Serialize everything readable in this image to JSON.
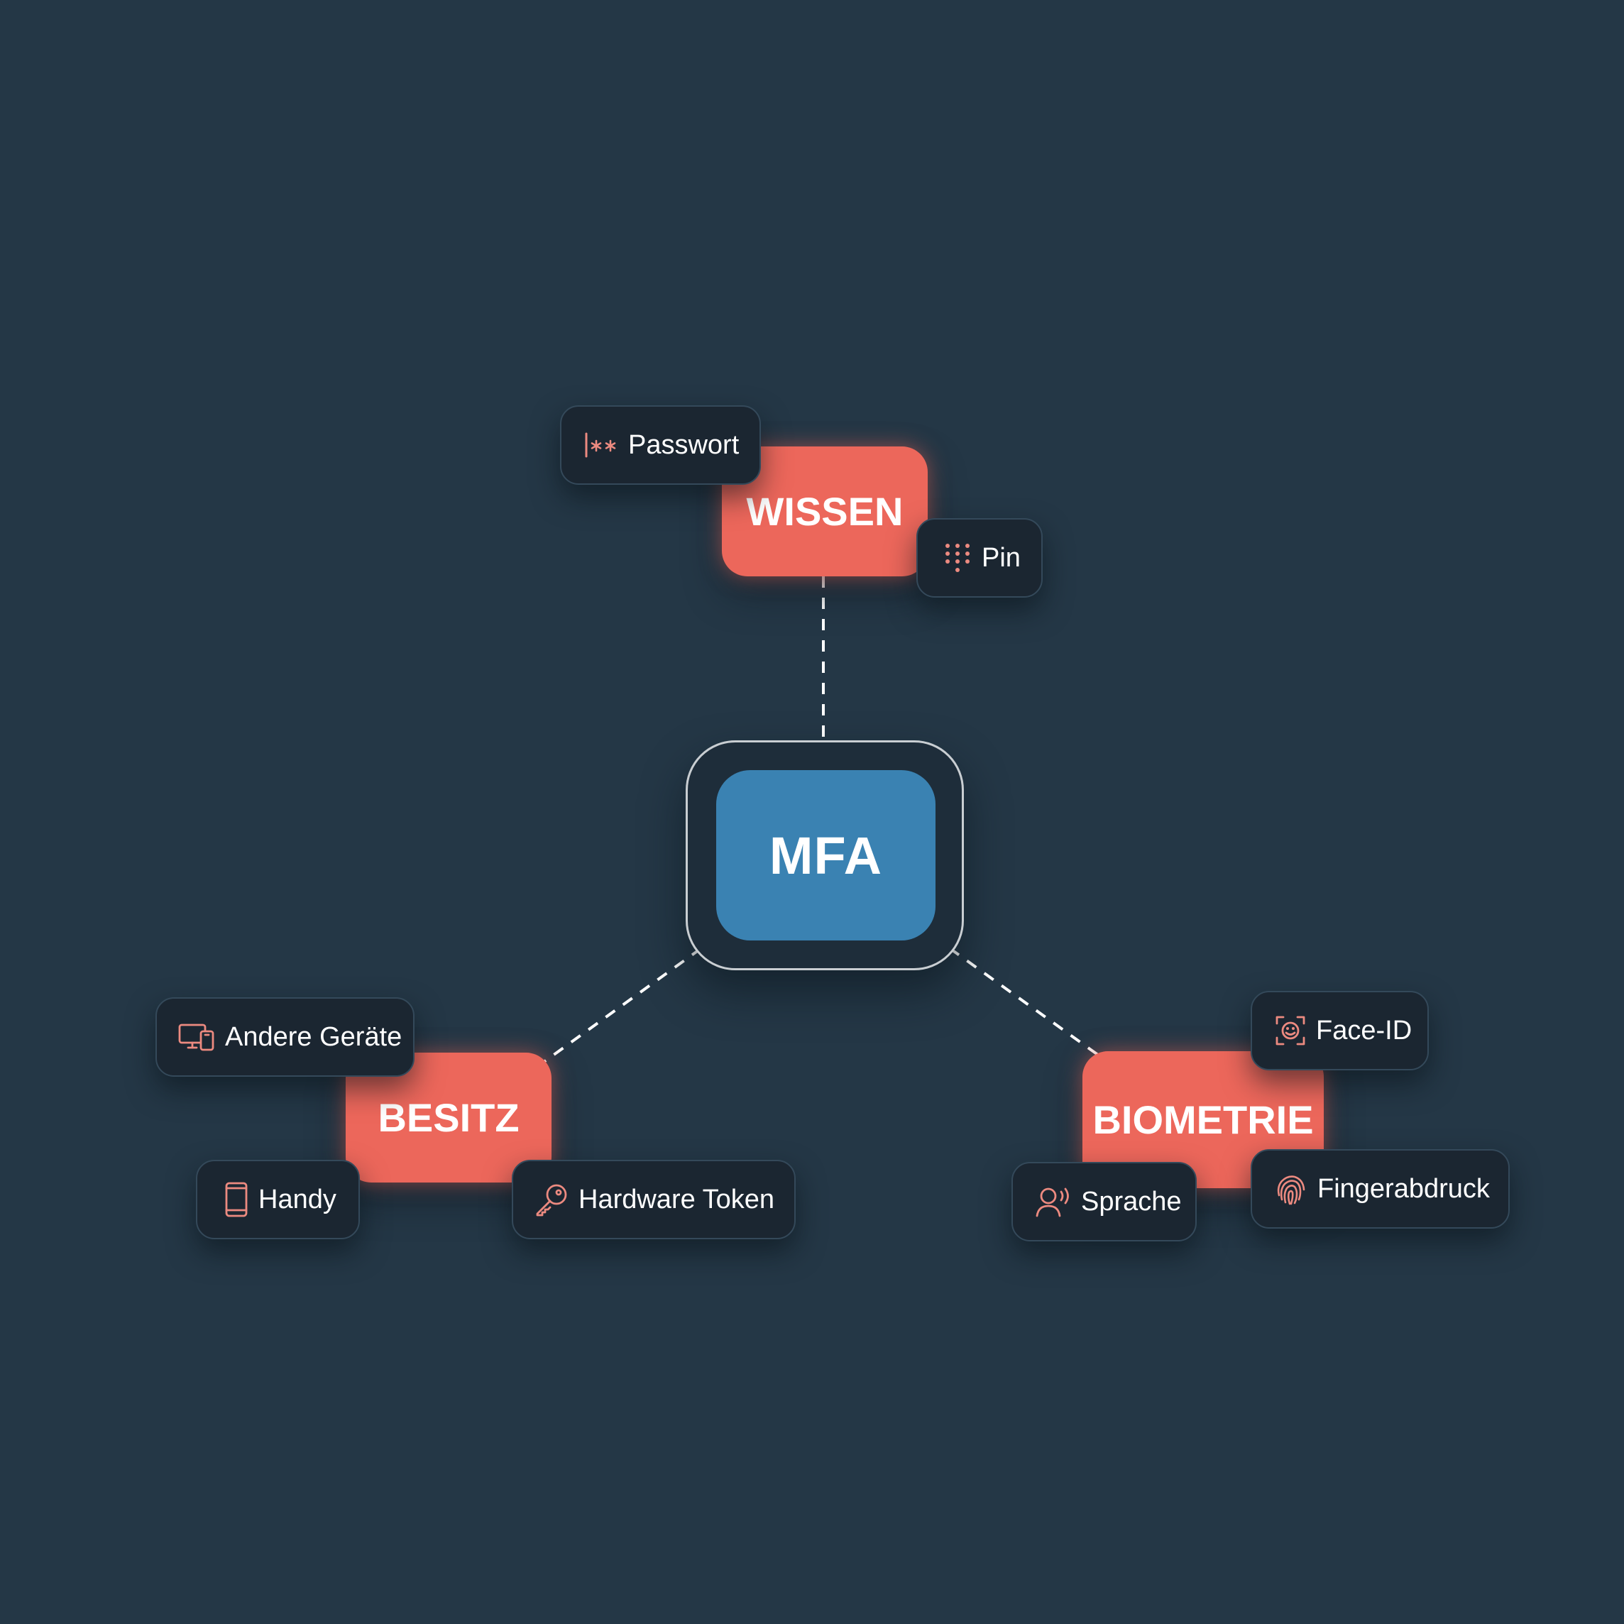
{
  "diagram": {
    "center": {
      "label": "MFA"
    },
    "categories": [
      {
        "id": "wissen",
        "label": "WISSEN"
      },
      {
        "id": "besitz",
        "label": "BESITZ"
      },
      {
        "id": "biometrie",
        "label": "BIOMETRIE"
      }
    ],
    "factors": {
      "passwort": {
        "label": "Passwort",
        "icon": "password-icon"
      },
      "pin": {
        "label": "Pin",
        "icon": "keypad-icon"
      },
      "andere_geraete": {
        "label": "Andere Geräte",
        "icon": "devices-icon"
      },
      "handy": {
        "label": "Handy",
        "icon": "smartphone-icon"
      },
      "hardware_token": {
        "label": "Hardware Token",
        "icon": "key-icon"
      },
      "face_id": {
        "label": "Face-ID",
        "icon": "face-scan-icon"
      },
      "sprache": {
        "label": "Sprache",
        "icon": "voice-icon"
      },
      "fingerabdruck": {
        "label": "Fingerabdruck",
        "icon": "fingerprint-icon"
      }
    },
    "colors": {
      "background": "#243746",
      "category": "#ec675b",
      "center": "#3a82b2",
      "chip": "#1b2631",
      "icon": "#ec8a80",
      "connector": "#ffffff"
    }
  }
}
